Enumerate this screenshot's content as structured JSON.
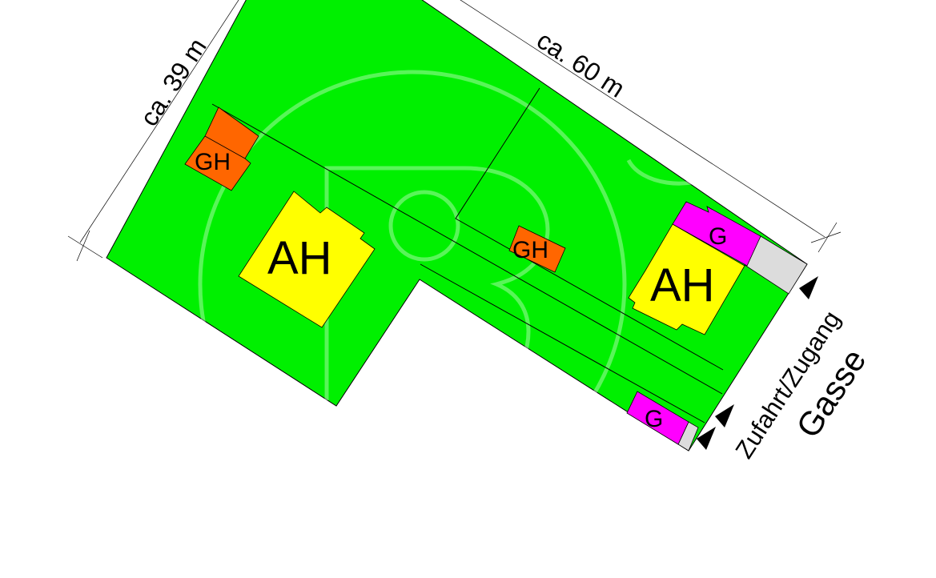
{
  "plan": {
    "dimension_width": "ca. 39 m",
    "dimension_length": "ca. 60 m",
    "buildings": {
      "ah_left": "AH",
      "ah_right": "AH",
      "gh_left": "GH",
      "gh_middle": "GH",
      "g_top": "G",
      "g_bottom": "G"
    },
    "access_label": "Zufahrt/Zugang",
    "street_label": "Gasse"
  },
  "colors": {
    "garden": "#00f000",
    "house": "#ffff00",
    "garden_house": "#ff6600",
    "garage": "#ff00ff",
    "paved": "#dcdcdc"
  }
}
